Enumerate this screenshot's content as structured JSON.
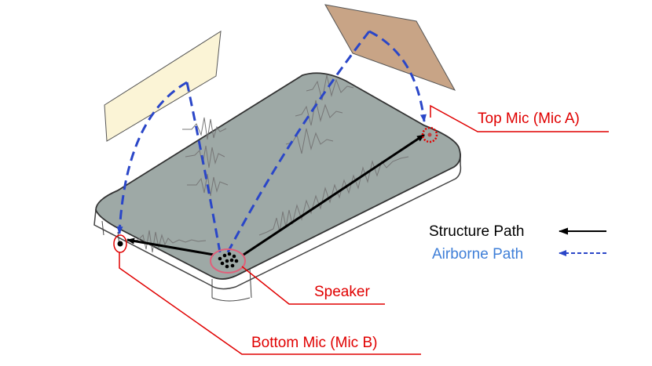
{
  "labels": {
    "top_mic": "Top Mic (Mic A)",
    "bottom_mic": "Bottom Mic (Mic B)",
    "speaker": "Speaker"
  },
  "legend": {
    "structure_path": "Structure Path",
    "airborne_path": "Airborne Path"
  },
  "colors": {
    "callout": "#e00000",
    "structure_path": "#000000",
    "airborne_path": "#2a46c8",
    "airborne_legend_text": "#3f7fd8",
    "phone_top": "#9ea9a6",
    "phone_edge": "#ffffff",
    "reflector_left": "#fbf4d6",
    "reflector_right": "#c8a486",
    "waveform": "#777777"
  },
  "icons": {
    "top_mic": "dotted-circle-mic-icon",
    "bottom_mic": "mic-hole-icon",
    "speaker": "speaker-grille-icon"
  }
}
